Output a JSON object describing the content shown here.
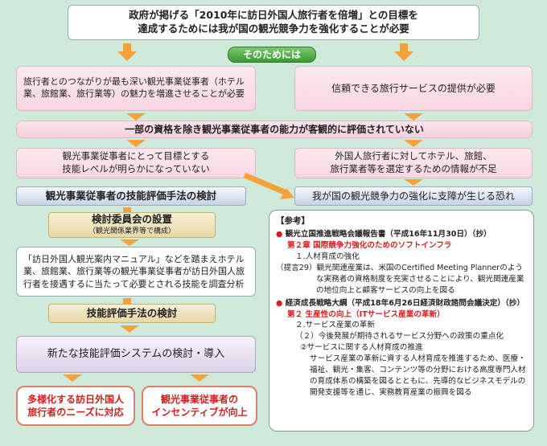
{
  "top_goal": "政府が掲げる「2010年に訪日外国人旅行者を倍増」との目標を\n達成するためには我が国の観光競争力を強化することが必要",
  "sono_tame": "そのためには",
  "left_need": "旅行者とのつながりが最も深い観光事業従事者（ホテル業、旅館業、旅行業等）の魅力を増進させることが必要",
  "right_need": "信頼できる旅行サービスの提供が必要",
  "problem_band": "一部の資格を除き観光事業従事者の能力が客観的に評価されていない",
  "left_problem": "観光事業従事者にとって目標とする\n技能レベルが明らかになっていない",
  "right_problem": "外国人旅行者に対してホテル、旅館、\n旅行業者等を選定するための情報が不足",
  "review_method": "観光事業従事者の技能評価手法の検討",
  "risk": "我が国の観光競争力の強化に支障が生じる恐れ",
  "committee_title": "検討委員会の設置",
  "committee_sub": "（観光関係業界等で構成）",
  "survey": "「訪日外国人観光案内マニュアル」などを踏まえホテル業、旅館業、旅行業等の観光事業従事者が訪日外国人旅行者を接遇するに当たって必要とされる技能を調査分析",
  "method_review": "技能評価手法の検討",
  "new_system": "新たな技能評価システムの検討・導入",
  "outcome_left": "多様化する訪日外国人\n旅行者のニーズに対応",
  "outcome_right": "観光事業従事者の\nインセンティブが向上",
  "reference": {
    "title": "【参考】",
    "item1_title": "観光立国推進戦略会議報告書（平成16年11月30日）（抄）",
    "item1_chapter": "第２章 国際競争力強化のためのソフトインフラ",
    "item1_sub": "１.人材育成の強化",
    "item1_prop_label": "（提言29）",
    "item1_prop_text": "観光関連産業は、米国のCertified Meeting Plannerのような実務者の資格制度を充実させることにより、観光関連産業の地位向上と顧客サービスの向上を図る",
    "item2_title": "経済成長戦略大綱（平成18年6月26日経済財政諮問会議決定）（抄）",
    "item2_chapter": "第２ 生産性の向上（ITサービス産業の革新）",
    "item2_sub": "２.サービス産業の革新",
    "item2_sub2": "（２）今後発展が期待されるサービス分野への政策の重点化",
    "item2_sub3": "②サービスに関する人材育成の推進",
    "item2_text": "サービス産業の革新に資する人材育成を推進するため、医療・福祉、観光・集客、コンテンツ等の分野における高度専門人材の育成体系の構築を図るとともに、先導的なビジネスモデルの開発支援等を通じ、実務教育産業の振興を図る"
  },
  "colors": {
    "arrow": "#f5a23a",
    "accent_red": "#d42020",
    "band_pink": "#f7d6e2",
    "pill_green": "#3a9a34"
  }
}
